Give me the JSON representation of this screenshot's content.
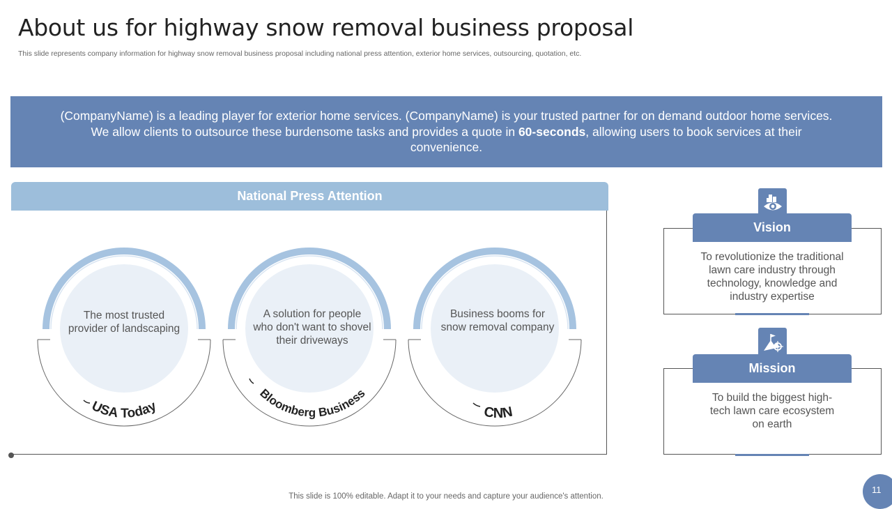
{
  "header": {
    "title": "About us for highway snow removal business proposal",
    "subtitle": "This slide represents company information for highway snow removal business proposal including national press attention, exterior home services, outsourcing, quotation, etc."
  },
  "intro": {
    "text_before": "(CompanyName) is a leading player for exterior home services. (CompanyName) is your trusted partner for on demand outdoor home services. We allow clients to outsource these burdensome tasks and provides a quote in ",
    "highlight": "60-seconds",
    "text_after": ", allowing users to book services at their convenience."
  },
  "press": {
    "heading": "National Press Attention",
    "items": [
      {
        "outlet": "USA Today",
        "text": "The most trusted provider of landscaping"
      },
      {
        "outlet": "Bloomberg Business",
        "text": "A solution for people who don't want to shovel their driveways"
      },
      {
        "outlet": "CNN",
        "text": "Business booms for snow removal company"
      }
    ]
  },
  "vision": {
    "title": "Vision",
    "text": "To revolutionize the traditional lawn care industry through technology, knowledge and industry expertise",
    "icon": "eye-building-icon"
  },
  "mission": {
    "title": "Mission",
    "text": "To build the biggest high-tech lawn care ecosystem on earth",
    "icon": "mountain-flag-target-icon"
  },
  "footer": {
    "note": "This slide is 100% editable. Adapt it to your needs and capture your audience's attention.",
    "page_number": "11"
  },
  "colors": {
    "primary": "#6584b4",
    "light_blue": "#9dbedb",
    "circle_fill": "#eaf0f7"
  }
}
